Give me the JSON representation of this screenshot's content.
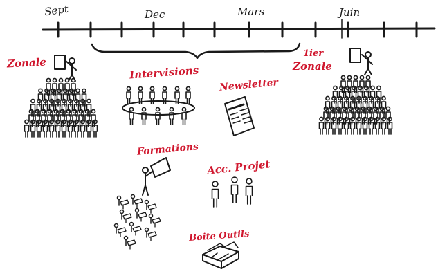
{
  "timeline": {
    "months": [
      "Sept",
      "Dec",
      "Mars",
      "Juin"
    ]
  },
  "labels": {
    "zonale": "Zonale",
    "intervisions": "Intervisions",
    "newsletter": "Newsletter",
    "second_zonale_line1": "1ier",
    "second_zonale_line2": "Zonale",
    "formations": "Formations",
    "acc_projet": "Acc. Projet",
    "boite_outils": "Boite Outils"
  },
  "colors": {
    "ink": "#1a1a1a",
    "accent_red": "#d0172e"
  },
  "icons": [
    "crowd-icon",
    "presenter-icon",
    "round-table-icon",
    "newspaper-icon",
    "classroom-icon",
    "people-group-icon",
    "toolbox-icon"
  ]
}
